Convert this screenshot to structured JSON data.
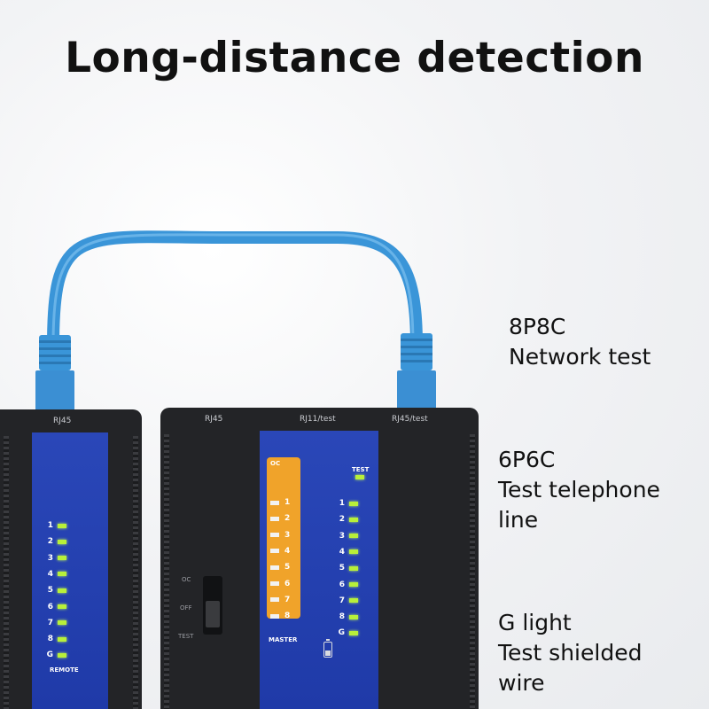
{
  "headline": "Long-distance detection",
  "captions": {
    "c1": [
      "8P8C",
      "Network test"
    ],
    "c2": [
      "6P6C",
      "Test telephone",
      "line"
    ],
    "c3": [
      "G light",
      "Test shielded",
      "wire"
    ]
  },
  "remote": {
    "port_label": "RJ45",
    "led_labels": [
      "1",
      "2",
      "3",
      "4",
      "5",
      "6",
      "7",
      "8",
      "G"
    ],
    "bottom_label": "REMOTE"
  },
  "master": {
    "port_labels": [
      "RJ45",
      "RJ11/test",
      "RJ45/test"
    ],
    "orange_top_label": "OC",
    "orange_led_labels": [
      "1",
      "2",
      "3",
      "4",
      "5",
      "6",
      "7",
      "8"
    ],
    "bottom_label": "MASTER",
    "test_label": "TEST",
    "led_labels": [
      "1",
      "2",
      "3",
      "4",
      "5",
      "6",
      "7",
      "8",
      "G"
    ],
    "switch_labels": [
      "OC",
      "OFF",
      "TEST"
    ]
  },
  "colors": {
    "cable": "#3a95d8",
    "panel": "#2240b0",
    "orange": "#f0a32a",
    "led": "#b8f03a"
  }
}
